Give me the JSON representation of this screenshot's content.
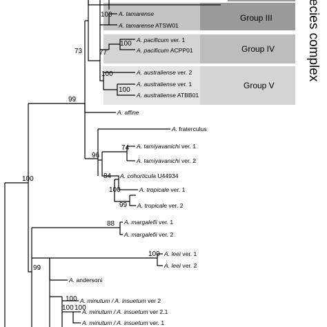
{
  "groups": [
    {
      "label": "Group III",
      "fill": "#9a9a9a",
      "fill_light": "#c4c4c4"
    },
    {
      "label": "Group IV",
      "fill": "#bdbdbd",
      "fill_light": "#d4d4d4"
    },
    {
      "label": "Group V",
      "fill": "#d4d4d4",
      "fill_light": "#e4e4e4"
    }
  ],
  "complex_label": "ecies complex",
  "taxa": [
    {
      "genus": "A.",
      "epithet": "tamarense",
      "suffix": ""
    },
    {
      "genus": "A.",
      "epithet": "tamarense",
      "suffix": "ATSW01"
    },
    {
      "genus": "A.",
      "epithet": "pacificum",
      "suffix": "ver. 1"
    },
    {
      "genus": "A.",
      "epithet": "pacificum",
      "suffix": "ACPP01"
    },
    {
      "genus": "A.",
      "epithet": "australiense",
      "suffix": "ver. 2"
    },
    {
      "genus": "A.",
      "epithet": "australiense",
      "suffix": "ver. 1"
    },
    {
      "genus": "A.",
      "epithet": "australiense",
      "suffix": "ATBB01"
    },
    {
      "genus": "A.",
      "epithet": "affine",
      "suffix": ""
    },
    {
      "genus": "A.",
      "epithet": "",
      "suffix": "fraterculus"
    },
    {
      "genus": "A.",
      "epithet": "tamiyavanichi",
      "suffix": "ver. 1"
    },
    {
      "genus": "A.",
      "epithet": "tamiyavanichi",
      "suffix": "ver. 2"
    },
    {
      "genus": "A.",
      "epithet": "cohorticula",
      "suffix": "U44934"
    },
    {
      "genus": "A.",
      "epithet": "tropicale",
      "suffix": "ver. 1"
    },
    {
      "genus": "A.",
      "epithet": "tropicale",
      "suffix": "ver. 2"
    },
    {
      "genus": "A.",
      "epithet": "margalefii",
      "suffix": "ver. 1"
    },
    {
      "genus": "A.",
      "epithet": "margalefii",
      "suffix": "ver. 2"
    },
    {
      "genus": "A.",
      "epithet": "leei",
      "suffix": "ver. 1"
    },
    {
      "genus": "A.",
      "epithet": "leei",
      "suffix": "ver. 2"
    },
    {
      "genus": "A.",
      "epithet": "",
      "suffix": "andersoni"
    },
    {
      "genus": "A.",
      "epithet": "minutum / A. insuetum",
      "suffix": "ver 2"
    },
    {
      "genus": "A.",
      "epithet": "minutum / A. insuetum",
      "suffix": "ver 2.1"
    },
    {
      "genus": "A.",
      "epithet": "minutum / A. insuetum",
      "suffix": "ver. 1"
    }
  ],
  "support_values": [
    "100",
    "77",
    "100",
    "73",
    "100",
    "100",
    "99",
    "96",
    "74",
    "84",
    "100",
    "99",
    "88",
    "100",
    "99",
    "100",
    "100",
    "100",
    "100"
  ]
}
